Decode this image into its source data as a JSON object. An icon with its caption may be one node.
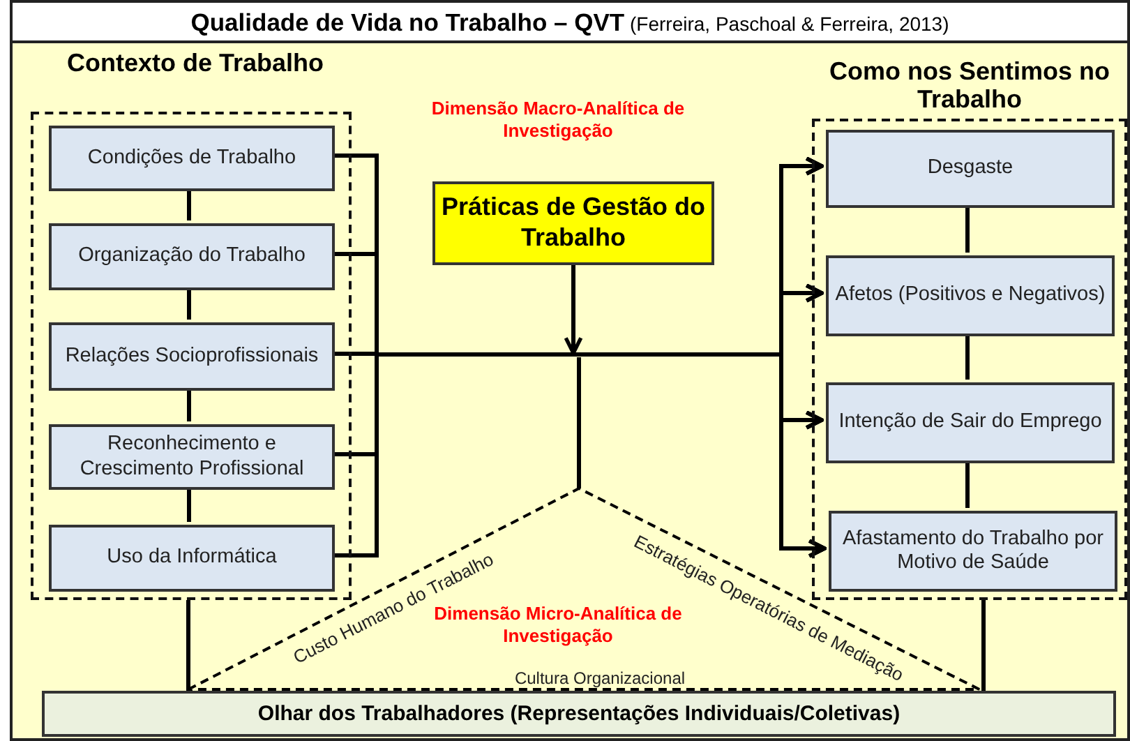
{
  "diagram": {
    "title": "**Qualidade de Vida no Trabalho – QVT** (Ferreira, Paschoal & Ferreira, 2013)",
    "nodes": [
      {
        "text": [
          "Contexto de Trabalho"
        ]
      },
      {
        "text": [
          "Condições de Trabalho"
        ],
        "in": 0
      },
      {
        "text": [
          "Organização do Trabalho"
        ],
        "in": 0
      },
      {
        "text": [
          "Relações Socioprofissionais"
        ],
        "in": 0
      },
      {
        "text": [
          "Reconhecimento e Crescimento Profissional"
        ],
        "in": 0
      },
      {
        "text": [
          "Uso da Informática"
        ],
        "in": 0
      },
      {
        "text": [
          "Práticas de Gestão do Trabalho"
        ]
      },
      {
        "text": [
          "Como nos Sentimos no Trabalho"
        ]
      },
      {
        "text": [
          "Desgaste"
        ],
        "in": 7
      },
      {
        "text": [
          "Afetos (Positivos e Negativos)"
        ],
        "in": 7
      },
      {
        "text": [
          "Intenção de Sair do Emprego"
        ],
        "in": 7
      },
      {
        "text": [
          "Afastamento do Trabalho por Motivo de Saúde"
        ],
        "in": 7
      },
      {
        "text": [
          "Olhar dos Trabalhadores (Representações Individuais/Coletivas)"
        ]
      }
    ],
    "edges": [
      {
        "from": 1,
        "to": 2,
        "arrow": "none"
      },
      {
        "from": 2,
        "to": 3,
        "arrow": "none"
      },
      {
        "from": 3,
        "to": 4,
        "arrow": "none"
      },
      {
        "from": 4,
        "to": 5,
        "arrow": "none"
      },
      {
        "from": 8,
        "to": 9,
        "arrow": "none"
      },
      {
        "from": 9,
        "to": 10,
        "arrow": "none"
      },
      {
        "from": 10,
        "to": 11,
        "arrow": "none"
      },
      {
        "from": 1,
        "to": 8,
        "arrow": "to"
      },
      {
        "from": 1,
        "to": 9,
        "arrow": "to"
      },
      {
        "from": 1,
        "to": 10,
        "arrow": "to"
      },
      {
        "from": 1,
        "to": 11,
        "arrow": "to"
      },
      {
        "from": 2,
        "to": 8,
        "arrow": "to"
      },
      {
        "from": 2,
        "to": 9,
        "arrow": "to"
      },
      {
        "from": 2,
        "to": 10,
        "arrow": "to"
      },
      {
        "from": 2,
        "to": 11,
        "arrow": "to"
      },
      {
        "from": 3,
        "to": 8,
        "arrow": "to"
      },
      {
        "from": 3,
        "to": 9,
        "arrow": "to"
      },
      {
        "from": 3,
        "to": 10,
        "arrow": "to"
      },
      {
        "from": 3,
        "to": 11,
        "arrow": "to"
      },
      {
        "from": 4,
        "to": 8,
        "arrow": "to"
      },
      {
        "from": 4,
        "to": 9,
        "arrow": "to"
      },
      {
        "from": 4,
        "to": 10,
        "arrow": "to"
      },
      {
        "from": 4,
        "to": 11,
        "arrow": "to"
      },
      {
        "from": 5,
        "to": 8,
        "arrow": "to"
      },
      {
        "from": 5,
        "to": 9,
        "arrow": "to"
      },
      {
        "from": 5,
        "to": 10,
        "arrow": "to"
      },
      {
        "from": 5,
        "to": 11,
        "arrow": "to"
      },
      {
        "from": 6,
        "to": null,
        "arrow": "to"
      },
      {
        "from": 0,
        "to": 12,
        "arrow": "none"
      },
      {
        "from": 7,
        "to": 12,
        "arrow": "none"
      }
    ],
    "labels": [
      "Dimensão Macro-Analítica de Investigação",
      "Custo Humano do Trabalho",
      "Estratégias Operatórias de Mediação",
      "Dimensão Micro-Analítica de Investigação",
      "Cultura Organizacional"
    ]
  }
}
